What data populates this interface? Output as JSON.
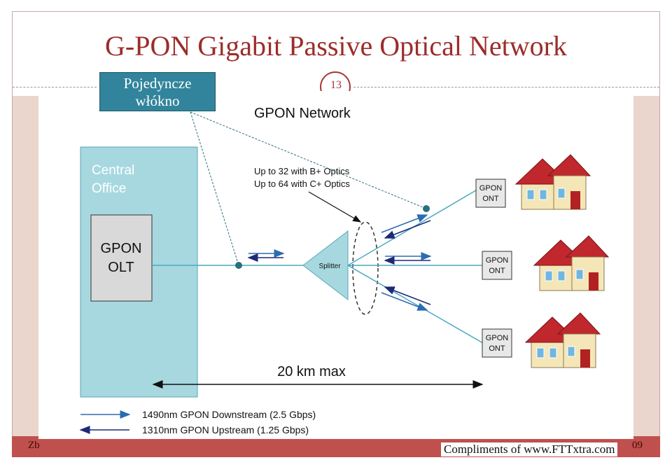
{
  "slide": {
    "title": "G-PON Gigabit Passive Optical Network",
    "slide_number": "13",
    "footer_left": "Zb",
    "footer_right": "09",
    "credit": "Compliments of www.FTTxtra.com"
  },
  "callout": {
    "line1": "Pojedyncze",
    "line2": "włókno"
  },
  "diagram": {
    "heading": "GPON Network",
    "central_office_line1": "Central",
    "central_office_line2": "Office",
    "olt_line1": "GPON",
    "olt_line2": "OLT",
    "splitter_label": "Splitter",
    "split_note_line1": "Up to 32 with B+ Optics",
    "split_note_line2": "Up to 64 with C+ Optics",
    "ont_line1": "GPON",
    "ont_line2": "ONT",
    "distance_label": "20 km max",
    "legend_downstream": "1490nm GPON Downstream (2.5 Gbps)",
    "legend_upstream": "1310nm GPON Upstream (1.25 Gbps)"
  },
  "colors": {
    "title": "#9b2d2a",
    "footer": "#c0504d",
    "callout_bg": "#31849b",
    "central_office": "#a7d8e0",
    "fiber": "#4aa8c0",
    "downstream_arrow": "#2b6cb0",
    "upstream_arrow": "#1e2a78",
    "roof": "#c0282d",
    "house_wall": "#f5e6b8"
  }
}
